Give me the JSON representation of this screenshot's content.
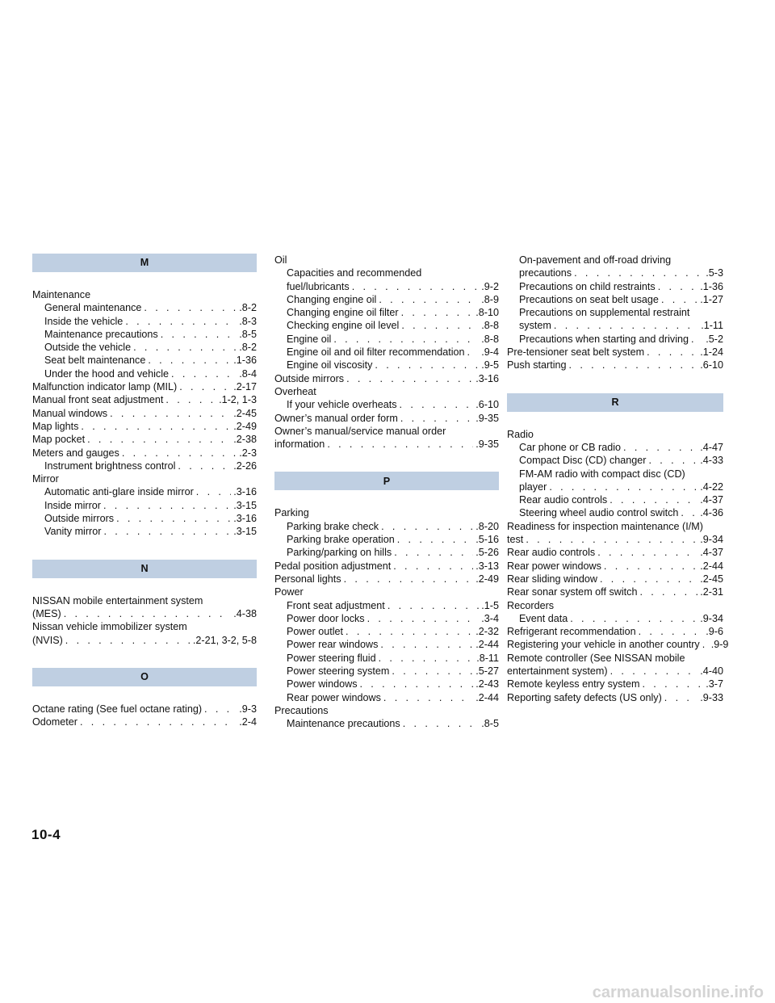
{
  "page_number": "10-4",
  "columns": [
    [
      {
        "t": "h",
        "text": "M"
      },
      {
        "t": "w",
        "text": "Maintenance"
      },
      {
        "t": "e",
        "s": 1,
        "text": "General maintenance",
        "page": ".8-2"
      },
      {
        "t": "e",
        "s": 1,
        "text": "Inside the vehicle",
        "page": ".8-3"
      },
      {
        "t": "e",
        "s": 1,
        "text": "Maintenance precautions",
        "page": ".8-5"
      },
      {
        "t": "e",
        "s": 1,
        "text": "Outside the vehicle",
        "page": ".8-2"
      },
      {
        "t": "e",
        "s": 1,
        "text": "Seat belt maintenance",
        "page": ".1-36"
      },
      {
        "t": "e",
        "s": 1,
        "text": "Under the hood and vehicle",
        "page": ".8-4"
      },
      {
        "t": "e",
        "text": "Malfunction indicator lamp (MIL)",
        "page": ".2-17"
      },
      {
        "t": "e",
        "text": "Manual front seat adjustment",
        "page": ".1-2, 1-3"
      },
      {
        "t": "e",
        "text": "Manual windows",
        "page": ".2-45"
      },
      {
        "t": "e",
        "text": "Map lights",
        "page": ".2-49"
      },
      {
        "t": "e",
        "text": "Map pocket",
        "page": ".2-38"
      },
      {
        "t": "e",
        "text": "Meters and gauges",
        "page": ".2-3"
      },
      {
        "t": "e",
        "s": 1,
        "text": "Instrument brightness control",
        "page": ".2-26"
      },
      {
        "t": "w",
        "text": "Mirror"
      },
      {
        "t": "e",
        "s": 1,
        "text": "Automatic anti-glare inside mirror",
        "page": ".3-16"
      },
      {
        "t": "e",
        "s": 1,
        "text": "Inside mirror",
        "page": ".3-15"
      },
      {
        "t": "e",
        "s": 1,
        "text": "Outside mirrors",
        "page": ".3-16"
      },
      {
        "t": "e",
        "s": 1,
        "text": "Vanity mirror",
        "page": ".3-15"
      },
      {
        "t": "h",
        "text": "N"
      },
      {
        "t": "w",
        "text": "NISSAN mobile entertainment system"
      },
      {
        "t": "e",
        "text": "(MES)",
        "page": ".4-38"
      },
      {
        "t": "w",
        "text": "Nissan vehicle immobilizer system"
      },
      {
        "t": "e",
        "text": "(NVIS)",
        "page": ".2-21, 3-2, 5-8"
      },
      {
        "t": "h",
        "text": "O"
      },
      {
        "t": "e",
        "text": "Octane rating (See fuel octane rating)",
        "page": ".9-3"
      },
      {
        "t": "e",
        "text": "Odometer",
        "page": ".2-4"
      }
    ],
    [
      {
        "t": "w",
        "text": "Oil"
      },
      {
        "t": "w",
        "s": 1,
        "text": "Capacities and recommended"
      },
      {
        "t": "e",
        "s": 1,
        "text": "fuel/lubricants",
        "page": ".9-2"
      },
      {
        "t": "e",
        "s": 1,
        "text": "Changing engine oil",
        "page": ".8-9"
      },
      {
        "t": "e",
        "s": 1,
        "text": "Changing engine oil filter",
        "page": ".8-10"
      },
      {
        "t": "e",
        "s": 1,
        "text": "Checking engine oil level",
        "page": ".8-8"
      },
      {
        "t": "e",
        "s": 1,
        "text": "Engine oil",
        "page": ".8-8"
      },
      {
        "t": "e",
        "s": 1,
        "text": "Engine oil and oil filter recommendation",
        "page": ".9-4"
      },
      {
        "t": "e",
        "s": 1,
        "text": "Engine oil viscosity",
        "page": ".9-5"
      },
      {
        "t": "e",
        "text": "Outside mirrors",
        "page": ".3-16"
      },
      {
        "t": "w",
        "text": "Overheat"
      },
      {
        "t": "e",
        "s": 1,
        "text": "If your vehicle overheats",
        "page": ".6-10"
      },
      {
        "t": "e",
        "text": "Owner’s manual order form",
        "page": ".9-35"
      },
      {
        "t": "w",
        "text": "Owner’s manual/service manual order"
      },
      {
        "t": "e",
        "text": "information",
        "page": ".9-35"
      },
      {
        "t": "h",
        "text": "P"
      },
      {
        "t": "w",
        "text": "Parking"
      },
      {
        "t": "e",
        "s": 1,
        "text": "Parking brake check",
        "page": ".8-20"
      },
      {
        "t": "e",
        "s": 1,
        "text": "Parking brake operation",
        "page": ".5-16"
      },
      {
        "t": "e",
        "s": 1,
        "text": "Parking/parking on hills",
        "page": ".5-26"
      },
      {
        "t": "e",
        "text": "Pedal position adjustment",
        "page": ".3-13"
      },
      {
        "t": "e",
        "text": "Personal lights",
        "page": ".2-49"
      },
      {
        "t": "w",
        "text": "Power"
      },
      {
        "t": "e",
        "s": 1,
        "text": "Front seat adjustment",
        "page": ".1-5"
      },
      {
        "t": "e",
        "s": 1,
        "text": "Power door locks",
        "page": ".3-4"
      },
      {
        "t": "e",
        "s": 1,
        "text": "Power outlet",
        "page": ".2-32"
      },
      {
        "t": "e",
        "s": 1,
        "text": "Power rear windows",
        "page": ".2-44"
      },
      {
        "t": "e",
        "s": 1,
        "text": "Power steering fluid",
        "page": ".8-11"
      },
      {
        "t": "e",
        "s": 1,
        "text": "Power steering system",
        "page": ".5-27"
      },
      {
        "t": "e",
        "s": 1,
        "text": "Power windows",
        "page": ".2-43"
      },
      {
        "t": "e",
        "s": 1,
        "text": "Rear power windows",
        "page": ".2-44"
      },
      {
        "t": "w",
        "text": "Precautions"
      },
      {
        "t": "e",
        "s": 1,
        "text": "Maintenance precautions",
        "page": ".8-5"
      }
    ],
    [
      {
        "t": "w",
        "s": 1,
        "text": "On-pavement and off-road driving"
      },
      {
        "t": "e",
        "s": 1,
        "text": "precautions",
        "page": ".5-3"
      },
      {
        "t": "e",
        "s": 1,
        "text": "Precautions on child restraints",
        "page": ".1-36"
      },
      {
        "t": "e",
        "s": 1,
        "text": "Precautions on seat belt usage",
        "page": ".1-27"
      },
      {
        "t": "w",
        "s": 1,
        "text": "Precautions on supplemental restraint"
      },
      {
        "t": "e",
        "s": 1,
        "text": "system",
        "page": ".1-11"
      },
      {
        "t": "e",
        "s": 1,
        "text": "Precautions when starting and driving",
        "page": ".5-2"
      },
      {
        "t": "e",
        "text": "Pre-tensioner seat belt system",
        "page": ".1-24"
      },
      {
        "t": "e",
        "text": "Push starting",
        "page": ".6-10"
      },
      {
        "t": "h",
        "text": "R"
      },
      {
        "t": "w",
        "text": "Radio"
      },
      {
        "t": "e",
        "s": 1,
        "text": "Car phone or CB radio",
        "page": ".4-47"
      },
      {
        "t": "e",
        "s": 1,
        "text": "Compact Disc (CD) changer",
        "page": ".4-33"
      },
      {
        "t": "w",
        "s": 1,
        "text": "FM-AM radio with compact disc (CD)"
      },
      {
        "t": "e",
        "s": 1,
        "text": "player",
        "page": ".4-22"
      },
      {
        "t": "e",
        "s": 1,
        "text": "Rear audio controls",
        "page": ".4-37"
      },
      {
        "t": "e",
        "s": 1,
        "text": "Steering wheel audio control switch",
        "page": ".4-36"
      },
      {
        "t": "w",
        "text": "Readiness for inspection maintenance (I/M)"
      },
      {
        "t": "e",
        "text": "test",
        "page": ".9-34"
      },
      {
        "t": "e",
        "text": "Rear audio controls",
        "page": ".4-37"
      },
      {
        "t": "e",
        "text": "Rear power windows",
        "page": ".2-44"
      },
      {
        "t": "e",
        "text": "Rear sliding window",
        "page": ".2-45"
      },
      {
        "t": "e",
        "text": "Rear sonar system off switch",
        "page": ".2-31"
      },
      {
        "t": "w",
        "text": "Recorders"
      },
      {
        "t": "e",
        "s": 1,
        "text": "Event data",
        "page": ".9-34"
      },
      {
        "t": "e",
        "text": "Refrigerant recommendation",
        "page": ".9-6"
      },
      {
        "t": "e",
        "text": "Registering your vehicle in another country",
        "page": ".9-9"
      },
      {
        "t": "w",
        "text": "Remote controller (See NISSAN mobile"
      },
      {
        "t": "e",
        "text": "entertainment system)",
        "page": ".4-40"
      },
      {
        "t": "e",
        "text": "Remote keyless entry system",
        "page": ".3-7"
      },
      {
        "t": "e",
        "text": "Reporting safety defects (US only)",
        "page": ".9-33"
      }
    ]
  ],
  "watermark": "carmanualsonline.info"
}
